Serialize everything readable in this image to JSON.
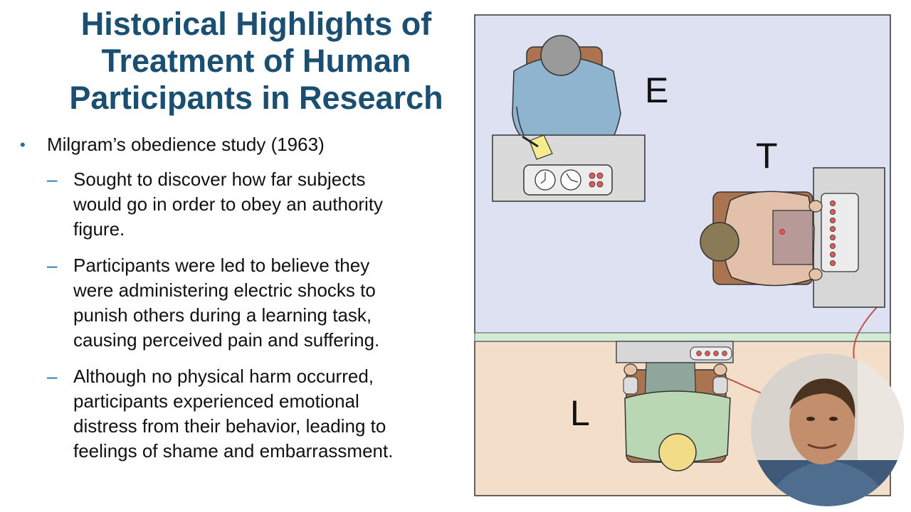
{
  "slide": {
    "title_lines": [
      "Historical Highlights of",
      "Treatment of Human",
      "Participants in Research"
    ],
    "bullet": {
      "marker": "•",
      "text": "Milgram’s obedience study (1963)"
    },
    "sub_marker": "–",
    "sub_bullets": [
      {
        "lines": [
          "Sought to discover how far subjects",
          "would go in order to obey an authority",
          "figure."
        ]
      },
      {
        "lines": [
          "Participants were led to believe they",
          "were administering electric shocks to",
          "punish others during a learning task,",
          "causing perceived pain and suffering."
        ]
      },
      {
        "lines": [
          "Although no physical harm occurred,",
          "participants experienced emotional",
          "distress from their behavior, leading to",
          "feelings of shame and embarrassment."
        ]
      }
    ]
  },
  "figure": {
    "labels": {
      "experimenter": "E",
      "teacher": "T",
      "learner": "L"
    },
    "colors": {
      "upper_room": "#dde1f2",
      "lower_room": "#f3dfc9",
      "divider": "#d3ead5",
      "wire": "#c0504d",
      "shock_button": "#e05a5a"
    }
  }
}
